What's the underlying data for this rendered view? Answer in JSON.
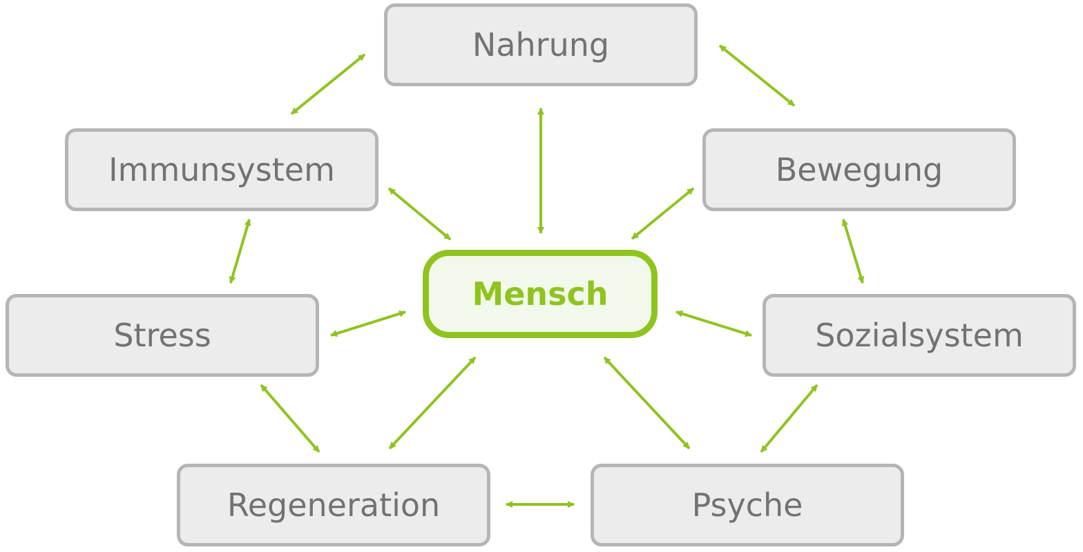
{
  "center": {
    "label": "Mensch"
  },
  "nodes": {
    "nahrung": "Nahrung",
    "immunsystem": "Immunsystem",
    "bewegung": "Bewegung",
    "stress": "Stress",
    "sozialsystem": "Sozialsystem",
    "regeneration": "Regeneration",
    "psyche": "Psyche"
  },
  "connections": [
    [
      "mensch",
      "nahrung"
    ],
    [
      "mensch",
      "immunsystem"
    ],
    [
      "mensch",
      "bewegung"
    ],
    [
      "mensch",
      "stress"
    ],
    [
      "mensch",
      "sozialsystem"
    ],
    [
      "mensch",
      "regeneration"
    ],
    [
      "mensch",
      "psyche"
    ],
    [
      "nahrung",
      "immunsystem"
    ],
    [
      "nahrung",
      "bewegung"
    ],
    [
      "immunsystem",
      "stress"
    ],
    [
      "bewegung",
      "sozialsystem"
    ],
    [
      "stress",
      "regeneration"
    ],
    [
      "sozialsystem",
      "psyche"
    ],
    [
      "regeneration",
      "psyche"
    ]
  ],
  "colors": {
    "accent": "#8fc31f",
    "box_fill": "#ececec",
    "box_border": "#b5b5b5",
    "text": "#727272",
    "center_fill": "#f3f9ea"
  }
}
